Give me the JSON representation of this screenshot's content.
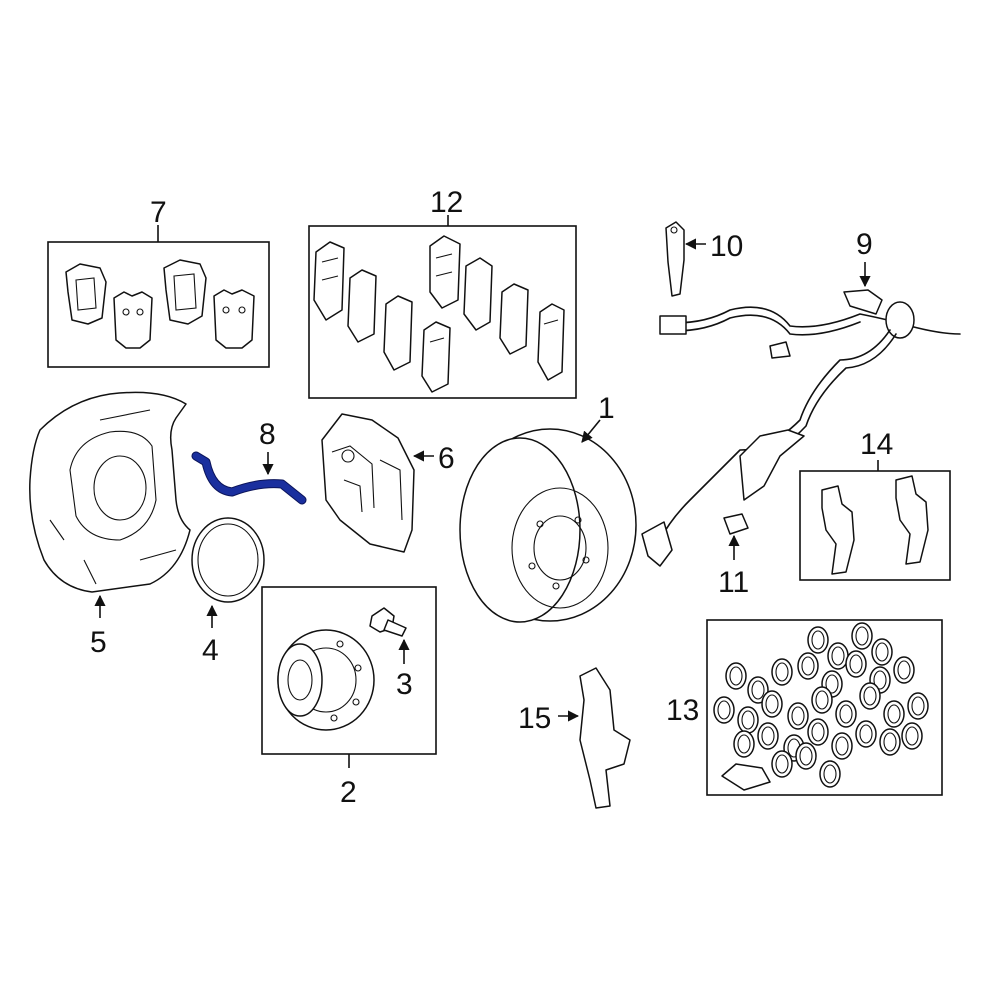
{
  "diagram": {
    "highlight_color": "#1a2f9e",
    "labels": {
      "n1": "1",
      "n2": "2",
      "n3": "3",
      "n4": "4",
      "n5": "5",
      "n6": "6",
      "n7": "7",
      "n8": "8",
      "n9": "9",
      "n10": "10",
      "n11": "11",
      "n12": "12",
      "n13": "13",
      "n14": "14",
      "n15": "15"
    }
  }
}
